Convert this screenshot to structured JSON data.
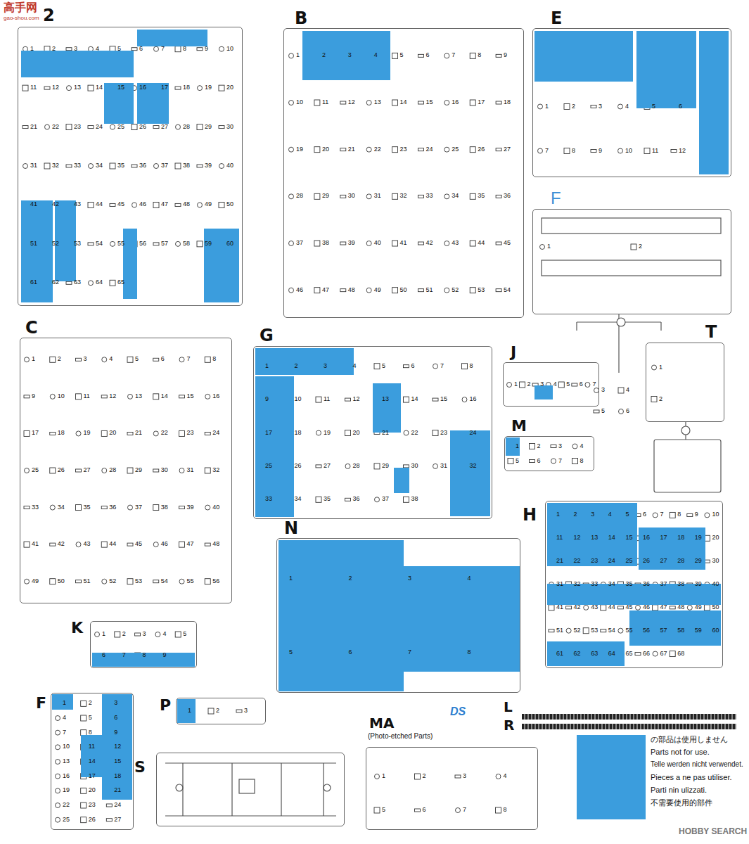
{
  "diagram": {
    "nodes": [
      {
        "text": [
          "2"
        ]
      },
      {
        "text": [
          "B"
        ]
      },
      {
        "text": [
          "E"
        ]
      },
      {
        "text": [
          "F"
        ]
      },
      {
        "text": [
          "T"
        ]
      },
      {
        "text": [
          "C"
        ]
      },
      {
        "text": [
          "G"
        ]
      },
      {
        "text": [
          "J"
        ]
      },
      {
        "text": [
          "M"
        ]
      },
      {
        "text": [
          "H"
        ]
      },
      {
        "text": [
          "N"
        ]
      },
      {
        "text": [
          "K"
        ]
      },
      {
        "text": [
          "F"
        ]
      },
      {
        "text": [
          "P"
        ]
      },
      {
        "text": [
          "S"
        ]
      },
      {
        "text": [
          "MA",
          "(Photo-etched Parts)"
        ]
      },
      {
        "text": [
          "L"
        ]
      },
      {
        "text": [
          "R"
        ]
      }
    ],
    "labels": [
      "1",
      "2",
      "3",
      "4",
      "5",
      "6",
      "7",
      "8",
      "9",
      "10",
      "11",
      "12",
      "13",
      "14",
      "15",
      "16",
      "17",
      "18",
      "19",
      "20",
      "21",
      "22",
      "23",
      "24",
      "25",
      "26",
      "27",
      "28",
      "29",
      "30",
      "31",
      "32",
      "33",
      "34",
      "35",
      "36",
      "37",
      "38",
      "39",
      "40",
      "41",
      "42",
      "43",
      "44",
      "45",
      "46",
      "47",
      "48",
      "49",
      "50",
      "51",
      "52",
      "53",
      "54",
      "55",
      "56",
      "57",
      "58",
      "59",
      "60",
      "61",
      "62",
      "63",
      "64",
      "65",
      "1",
      "2",
      "3",
      "4",
      "5",
      "6",
      "7",
      "8",
      "9",
      "10",
      "11",
      "12",
      "13",
      "14",
      "15",
      "16",
      "17",
      "18",
      "19",
      "20",
      "21",
      "22",
      "23",
      "24",
      "25",
      "26",
      "27",
      "28",
      "29",
      "30",
      "31",
      "32",
      "33",
      "34",
      "35",
      "36",
      "37",
      "38",
      "39",
      "40",
      "41",
      "42",
      "43",
      "44",
      "45",
      "46",
      "47",
      "48",
      "49",
      "50",
      "51",
      "52",
      "53",
      "54",
      "1",
      "2",
      "3",
      "4",
      "5",
      "6",
      "7",
      "8",
      "9",
      "10",
      "11",
      "12",
      "1",
      "2",
      "3",
      "4",
      "5",
      "6",
      "1",
      "2",
      "1",
      "2",
      "3",
      "4",
      "5",
      "6",
      "7",
      "8",
      "9",
      "10",
      "11",
      "12",
      "13",
      "14",
      "15",
      "16",
      "17",
      "18",
      "19",
      "20",
      "21",
      "22",
      "23",
      "24",
      "25",
      "26",
      "27",
      "28",
      "29",
      "30",
      "31",
      "32",
      "33",
      "34",
      "35",
      "36",
      "37",
      "38",
      "39",
      "40",
      "41",
      "42",
      "43",
      "44",
      "45",
      "46",
      "47",
      "48",
      "49",
      "50",
      "51",
      "52",
      "53",
      "54",
      "55",
      "56",
      "1",
      "2",
      "3",
      "4",
      "5",
      "6",
      "7",
      "8",
      "9",
      "10",
      "11",
      "12",
      "13",
      "14",
      "15",
      "16",
      "17",
      "18",
      "19",
      "20",
      "21",
      "22",
      "23",
      "24",
      "25",
      "26",
      "27",
      "28",
      "29",
      "30",
      "31",
      "32",
      "33",
      "34",
      "35",
      "36",
      "37",
      "38",
      "1",
      "2",
      "3",
      "4",
      "5",
      "6",
      "7",
      "1",
      "2",
      "3",
      "4",
      "5",
      "6",
      "7",
      "8",
      "1",
      "2",
      "3",
      "4",
      "5",
      "6",
      "7",
      "8",
      "9",
      "10",
      "11",
      "12",
      "13",
      "14",
      "15",
      "16",
      "17",
      "18",
      "19",
      "20",
      "21",
      "22",
      "23",
      "24",
      "25",
      "26",
      "27",
      "28",
      "29",
      "30",
      "31",
      "32",
      "33",
      "34",
      "35",
      "36",
      "37",
      "38",
      "39",
      "40",
      "41",
      "42",
      "43",
      "44",
      "45",
      "46",
      "47",
      "48",
      "49",
      "50",
      "51",
      "52",
      "53",
      "54",
      "55",
      "56",
      "57",
      "58",
      "59",
      "60",
      "61",
      "62",
      "63",
      "64",
      "65",
      "66",
      "67",
      "68",
      "1",
      "2",
      "3",
      "4",
      "5",
      "6",
      "7",
      "8",
      "1",
      "2",
      "3",
      "4",
      "5",
      "6",
      "7",
      "8",
      "9",
      "1",
      "2",
      "3",
      "4",
      "5",
      "6",
      "7",
      "8",
      "9",
      "10",
      "11",
      "12",
      "13",
      "14",
      "15",
      "16",
      "17",
      "18",
      "19",
      "20",
      "21",
      "22",
      "23",
      "24",
      "25",
      "26",
      "27",
      "1",
      "2",
      "3",
      "1",
      "2",
      "3",
      "4",
      "5",
      "6",
      "7",
      "8",
      "高手网",
      "gao-shou.com",
      "DS",
      "HOBBY SEARCH"
    ],
    "legend": [
      {
        "text": "の部品は使用しません",
        "color": "#3b9ddd"
      },
      {
        "text": "Parts not for use.",
        "color": "#3b9ddd"
      },
      {
        "text": "Telle werden nicht verwendet.",
        "color": "#3b9ddd"
      },
      {
        "text": "Pieces a ne pas utiliser.",
        "color": "#3b9ddd"
      },
      {
        "text": "Parti nin ulizzati.",
        "color": "#3b9ddd"
      },
      {
        "text": "不需要使用的部件",
        "color": "#3b9ddd"
      }
    ]
  }
}
